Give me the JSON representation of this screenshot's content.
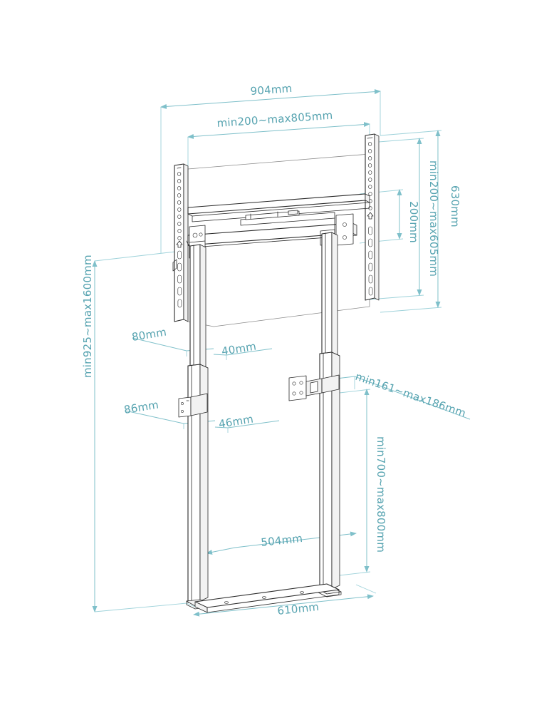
{
  "document": {
    "type": "technical-dimensional-drawing",
    "subject": "Motorized TV floor stand with wall mount bracket",
    "projection": "isometric",
    "background_color": "#ffffff",
    "line_color": "#2b2b2b",
    "dimension_color": "#56a3b0"
  },
  "dimensions": {
    "overall_width": "904mm",
    "mount_width_range": "min200~max805mm",
    "overall_height_right": "630mm",
    "mount_height_range": "min200~max605mm",
    "vesa_inner_height": "200mm",
    "total_height_range": "min925~max1600mm",
    "pole_depth_upper": "80mm",
    "pole_width_upper": "40mm",
    "pole_depth_lower": "86mm",
    "pole_width_lower": "46mm",
    "wall_bracket_offset": "min161~max186mm",
    "column_height_range": "min700~max800mm",
    "inner_base_width": "504mm",
    "base_width": "610mm"
  },
  "labels": [
    {
      "id": "width-904",
      "text": "904mm"
    },
    {
      "id": "mount-width",
      "text": "min200~max805mm"
    },
    {
      "id": "height-630",
      "text": "630mm"
    },
    {
      "id": "mount-height",
      "text": "min200~max605mm"
    },
    {
      "id": "vesa-200",
      "text": "200mm"
    },
    {
      "id": "total-height",
      "text": "min925~max1600mm"
    },
    {
      "id": "depth-80",
      "text": "80mm"
    },
    {
      "id": "width-40",
      "text": "40mm"
    },
    {
      "id": "depth-86",
      "text": "86mm"
    },
    {
      "id": "width-46",
      "text": "46mm"
    },
    {
      "id": "bracket-offset",
      "text": "min161~max186mm"
    },
    {
      "id": "column-height",
      "text": "min700~max800mm"
    },
    {
      "id": "inner-base-504",
      "text": "504mm"
    },
    {
      "id": "base-610",
      "text": "610mm"
    }
  ],
  "parts": {
    "left_rail": "perforated-vertical-rail",
    "right_rail": "perforated-vertical-rail",
    "crossbar": "horizontal-mount-crossbar",
    "left_pole": "telescoping-column",
    "right_pole": "telescoping-column",
    "wall_bracket": "four-hole-wall-bracket",
    "base_plate": "floor-base-plate"
  }
}
